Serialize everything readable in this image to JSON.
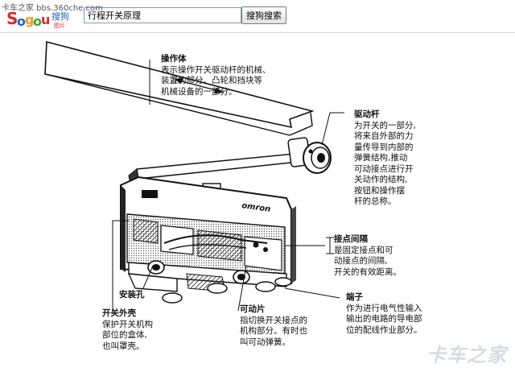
{
  "watermark_top": "卡车之家 bbs.360che.com",
  "logo": {
    "letters": [
      "S",
      "o",
      "g",
      "o",
      "u"
    ],
    "brand": "搜狗",
    "sub": "图片"
  },
  "search": {
    "value": "行程开关原理",
    "button_label": "搜狗搜索"
  },
  "device_brand": "omron",
  "callouts": {
    "operator": {
      "title": "操作体",
      "lines": [
        "表示操作开关驱动杆的机械、",
        "装置的部分。凸轮和挡块等",
        "机械设备的一部分。"
      ]
    },
    "actuator": {
      "title": "驱动杆",
      "lines": [
        "为开关的一部分,",
        "将来自外部的力",
        "量传导到内部的",
        "弹簧结构,推动",
        "可动接点进行开",
        "关动作的结构,",
        "按钮和操作摆",
        "杆的总称。"
      ]
    },
    "contact_gap": {
      "title": "接点间隔",
      "lines": [
        "是固定接点和可",
        "动接点的间隔,",
        "开关的有效距离。"
      ]
    },
    "mount_hole": {
      "title": "安装孔",
      "lines": []
    },
    "case": {
      "title": "开关外壳",
      "lines": [
        "保护开关机构",
        "部位的盒体,",
        "也叫罩壳。"
      ]
    },
    "moving_piece": {
      "title": "可动片",
      "lines": [
        "指切换开关接点的",
        "机构部分。有时也",
        "叫可动弹簧。"
      ]
    },
    "terminal": {
      "title": "端子",
      "lines": [
        "作为进行电气性输入",
        "输出的电路的导电部",
        "位的配线作业部分。"
      ]
    }
  },
  "watermark_bottom": "卡车之家",
  "colors": {
    "accent_red": "#e0262c",
    "accent_blue": "#1a63c6",
    "accent_orange": "#f39a1e",
    "accent_green": "#3aa23a"
  }
}
